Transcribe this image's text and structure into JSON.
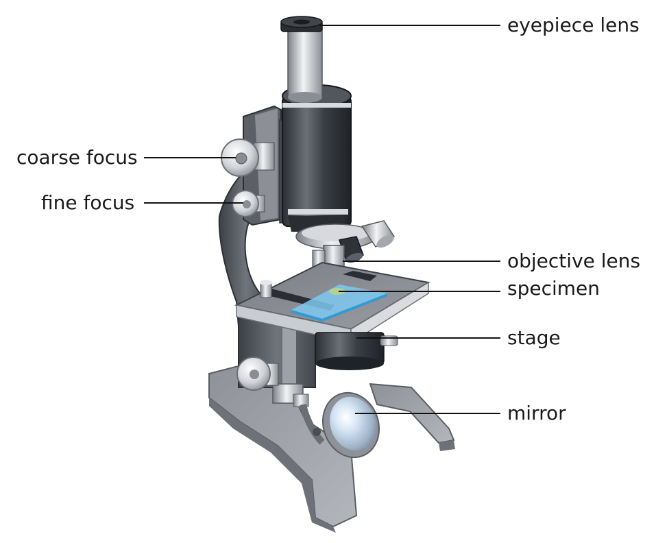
{
  "labels": {
    "eyepiece": "eyepiece lens",
    "coarse": "coarse focus",
    "fine": "fine focus",
    "objective": "objective lens",
    "specimen": "specimen",
    "stage": "stage",
    "mirror": "mirror"
  },
  "colors": {
    "metal_grey": "#8c9096",
    "dark_tube": "#3a3f45",
    "chrome": "#c9ccd0",
    "slide_blue": "#7ec8f0",
    "leader_line": "#111111"
  },
  "icons": {
    "illustration": "microscope-icon"
  }
}
